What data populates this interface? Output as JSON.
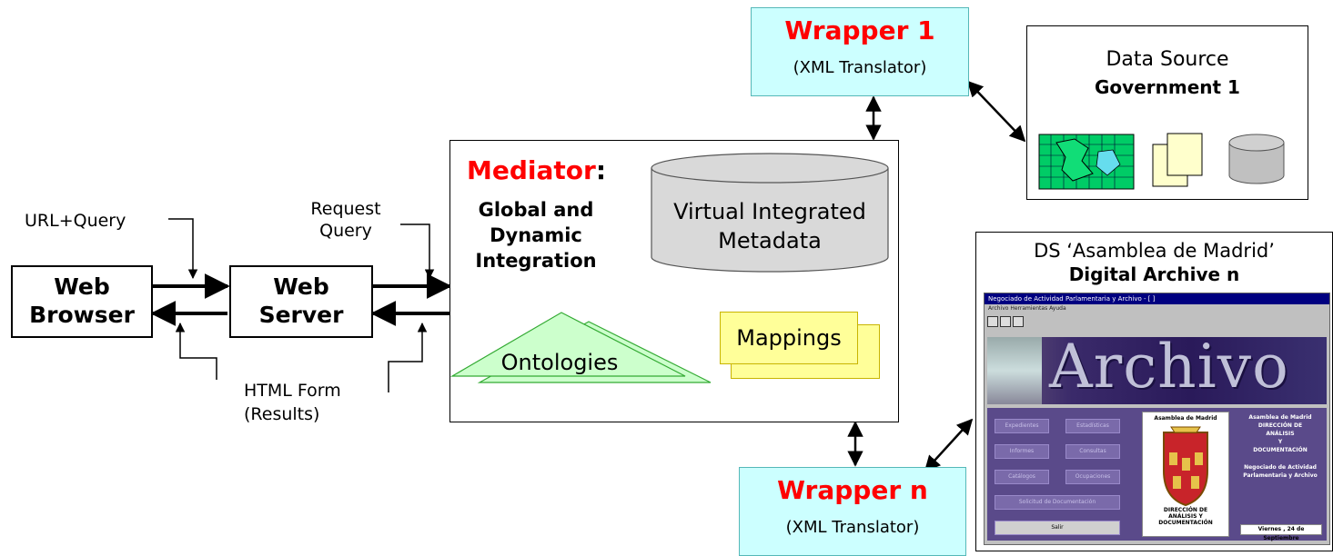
{
  "web_browser": {
    "line1": "Web",
    "line2": "Browser"
  },
  "web_server": {
    "line1": "Web",
    "line2": "Server"
  },
  "labels": {
    "url_query": "URL+Query",
    "request_query_1": "Request",
    "request_query_2": "Query",
    "html_form_1": "HTML Form",
    "html_form_2": "(Results)"
  },
  "mediator": {
    "title": "Mediator",
    "colon": ":",
    "subtitle_1": "Global and",
    "subtitle_2": "Dynamic",
    "subtitle_3": "Integration",
    "metadata_1": "Virtual Integrated",
    "metadata_2": "Metadata",
    "ontologies": "Ontologies",
    "mappings": "Mappings"
  },
  "wrapper_1": {
    "title": "Wrapper 1",
    "subtitle": "(XML Translator)"
  },
  "wrapper_n": {
    "title": "Wrapper n",
    "subtitle": "(XML Translator)"
  },
  "data_source": {
    "line1": "Data Source",
    "line2": "Government 1"
  },
  "digital_archive": {
    "line1": "DS ‘Asamblea de Madrid’",
    "line2": "Digital Archive n",
    "window_title": "Negociado de Actividad Parlamentaria y Archivo - [ ]",
    "menu": "Archivo   Herramientas   Ayuda",
    "banner": "Archivo",
    "buttons": [
      "Expedientes",
      "Estadísticas",
      "Informes",
      "Consultas",
      "Catálogos",
      "Ocupaciones",
      "Solicitud de Documentación",
      "Salir"
    ],
    "panel_title": "Asamblea de Madrid",
    "panel_footer_1": "DIRECCIÓN DE",
    "panel_footer_2": "ANÁLISIS Y DOCUMENTACIÓN",
    "info_1": "Asamblea de Madrid",
    "info_2": "DIRECCIÓN DE",
    "info_3": "ANÁLISIS",
    "info_4": "Y",
    "info_5": "DOCUMENTACIÓN",
    "info_6": "Negociado de Actividad",
    "info_7": "Parlamentaria y Archivo",
    "date": "Viernes , 24 de Septiembre"
  },
  "colors": {
    "accent_red": "#ff0000",
    "wrapper_fill": "#ccffff",
    "ontology_fill": "#ccffcc",
    "mappings_fill": "#ffff99",
    "cylinder_fill": "#d9d9d9"
  },
  "icons": [
    "map-icon",
    "documents-icon",
    "database-icon"
  ]
}
